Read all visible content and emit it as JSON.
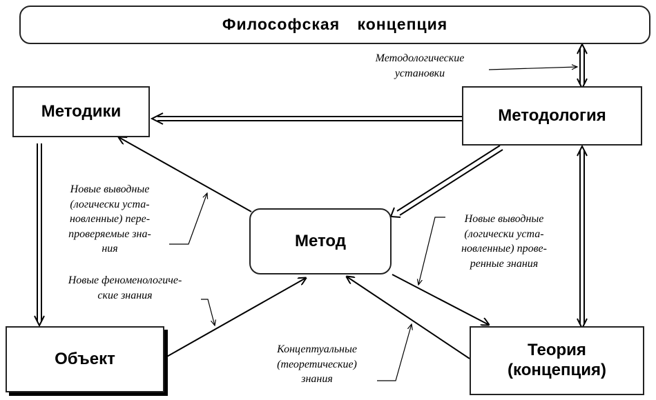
{
  "nodes": {
    "philosophy": "Философская концепция",
    "methods": "Методики",
    "methodology": "Методология",
    "method": "Метод",
    "object": "Объект",
    "theory_line1": "Теория",
    "theory_line2": "(концепция)"
  },
  "annotations": {
    "methodological": "Методологические\nустановки",
    "new_derived_left": "Новые выводные\n(логически уста-\nновленные) пере-\nпроверяемые зна-\nния",
    "new_phenomenological": "Новые феноменологиче-\nские знания",
    "new_derived_right": "Новые выводные\n(логически уста-\nновленные) прове-\nренные знания",
    "conceptual": "Концептуальные\n(теоретические)\nзнания"
  }
}
